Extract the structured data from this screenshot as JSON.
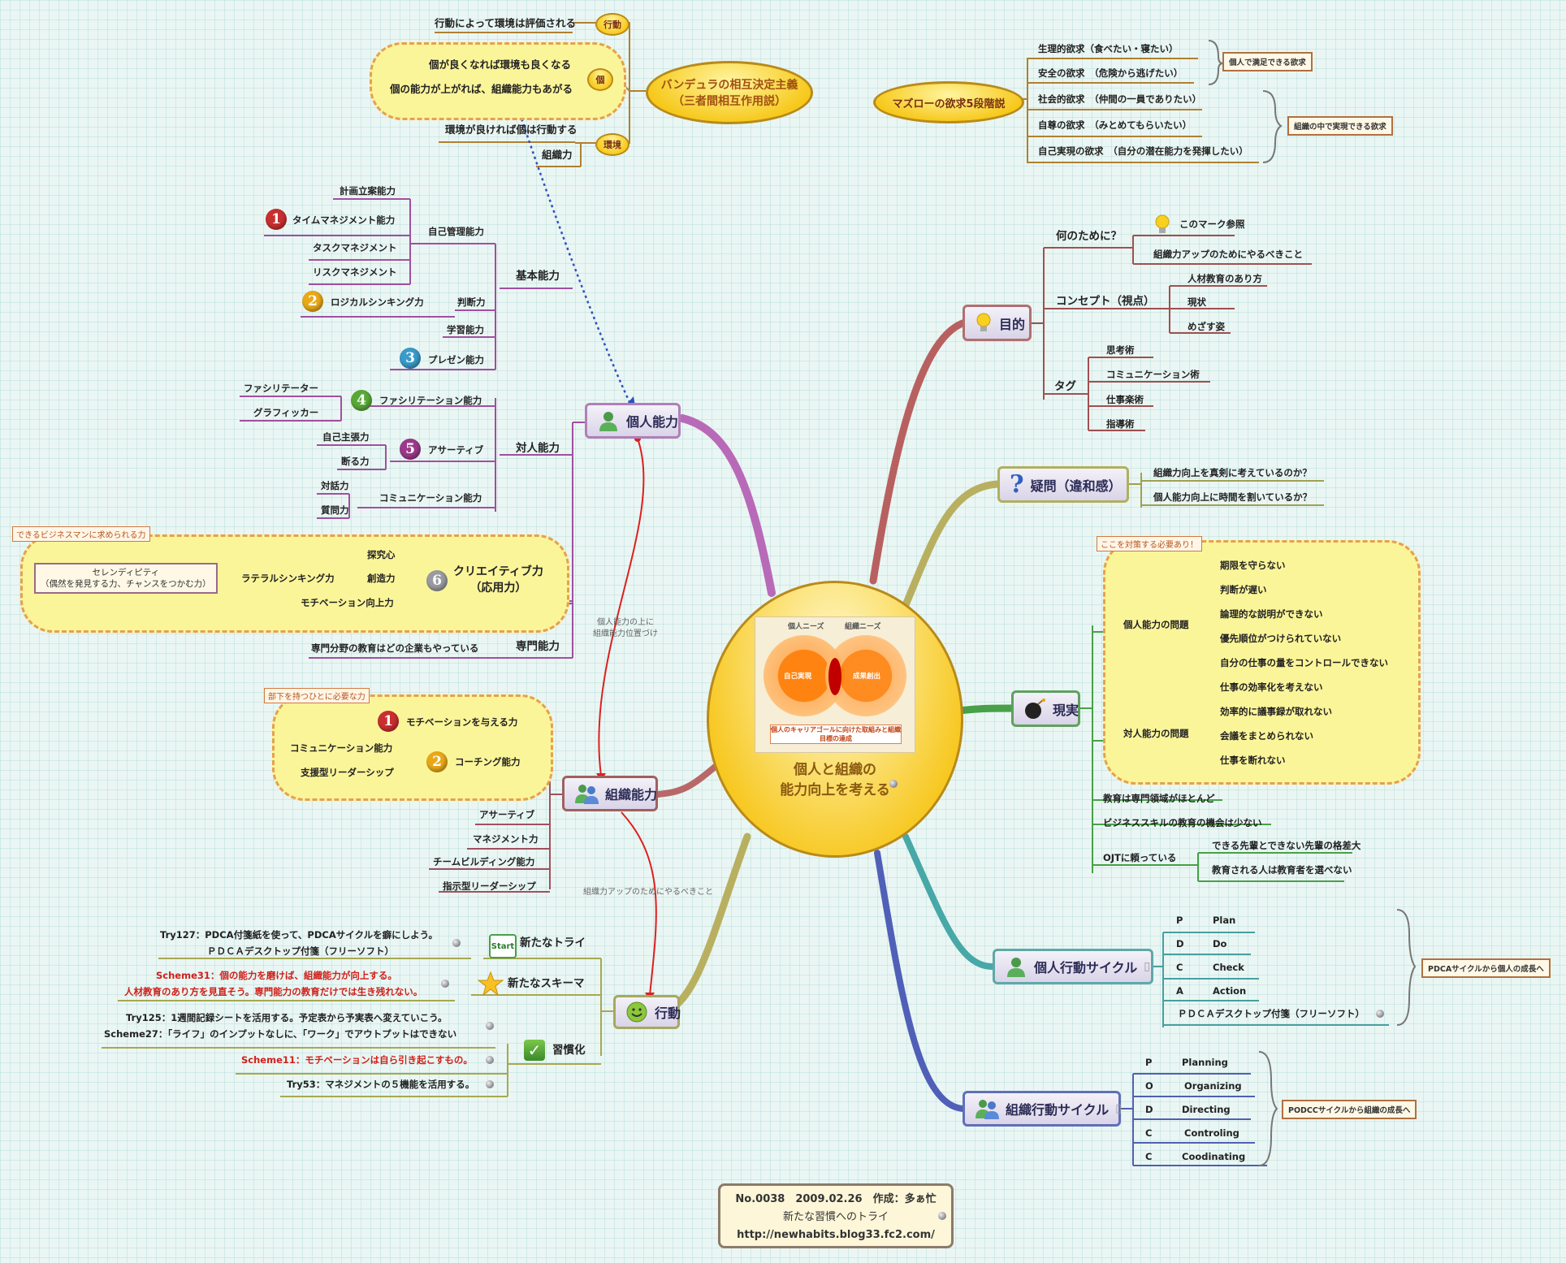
{
  "center": {
    "line1": "個人と組織の",
    "line2": "能力向上を考える",
    "img": {
      "left": "個人ニーズ",
      "right": "組織ニーズ",
      "c1": "自己実現",
      "c2": "成果創出",
      "caption": "個人のキャリアゴールに向けた取組みと組織目標の達成"
    }
  },
  "bandura": {
    "title1": "バンデュラの相互決定主義",
    "title2": "（三者間相互作用説）",
    "action": "行動",
    "action_text": "行動によって環境は評価される",
    "individual": "個",
    "ind_text1": "個が良くなれば環境も良くなる",
    "ind_text2": "個の能力が上がれば、組織能力もあがる",
    "env": "環境",
    "env_text1": "環境が良ければ個は行動する",
    "env_text2": "組織力"
  },
  "maslow": {
    "title": "マズローの欲求5段階説",
    "items": [
      "生理的欲求（食べたい・寝たい）",
      "安全の欲求　（危険から逃げたい）",
      "社会的欲求　（仲間の一員でありたい）",
      "自尊の欲求　（みとめてもらいたい）",
      "自己実現の欲求　（自分の潜在能力を発揮したい）"
    ],
    "note1": "個人で満足できる欲求",
    "note2": "組織の中で実現できる欲求"
  },
  "kojin": {
    "title": "個人能力",
    "kihon": "基本能力",
    "jiko": "自己管理能力",
    "keikaku": "計画立案能力",
    "time": "タイムマネジメント能力",
    "task": "タスクマネジメント",
    "risk": "リスクマネジメント",
    "handan": "判断力",
    "logical": "ロジカルシンキング力",
    "gakushu": "学習能力",
    "present": "プレゼン能力",
    "taijin": "対人能力",
    "facil": "ファシリテーション能力",
    "facilitator": "ファシリテーター",
    "graphic": "グラフィッカー",
    "assert": "アサーティブ",
    "jiko_shucho": "自己主張力",
    "kotowaru": "断る力",
    "comm": "コミュニケーション能力",
    "taiwa": "対話力",
    "shitsumon": "質問力",
    "creative1": "クリエイティブ力",
    "creative2": "（応用力）",
    "tankyu": "探究心",
    "souzou": "創造力",
    "lateral": "ラテラルシンキング力",
    "motivation": "モチベーション向上力",
    "tag": "できるビジネスマンに求められる力",
    "seren1": "セレンディピティ",
    "seren2": "（偶然を発見する力、チャンスをつかむ力）",
    "senmon": "専門能力",
    "senmon_text": "専門分野の教育はどの企業もやっている"
  },
  "soshiki": {
    "title": "組織能力",
    "tag": "部下を持つひとに必要な力",
    "motiv": "モチベーションを与える力",
    "coaching": "コーチング能力",
    "comm": "コミュニケーション能力",
    "shien": "支援型リーダーシップ",
    "assert": "アサーティブ",
    "manage": "マネジメント力",
    "team": "チームビルディング能力",
    "shiji": "指示型リーダーシップ"
  },
  "edge_labels": {
    "kojin_soshiki1": "個人能力の上に",
    "kojin_soshiki2": "組織能力位置づけ",
    "soshiki_koudou": "組織力アップのためにやるべきこと"
  },
  "koudou": {
    "title": "行動",
    "try": "新たなトライ",
    "try_text1": "Try127：PDCA付箋紙を使って、PDCAサイクルを癖にしよう。",
    "try_text2": "ＰＤＣＡデスクトップ付箋（フリーソフト）",
    "scheme": "新たなスキーマ",
    "scheme_text1": "Scheme31：個の能力を磨けば、組織能力が向上する。",
    "scheme_text2": "人材教育のあり方を見直そう。専門能力の教育だけでは生き残れない。",
    "habit": "習慣化",
    "habit_text1": "Try125：1週間記録シートを活用する。予定表から予実表へ変えていこう。",
    "habit_text2": "Scheme27：「ライフ」のインプットなしに、「ワーク」でアウトプットはできない",
    "habit_text3": "Scheme11：モチベーションは自ら引き起こすもの。",
    "habit_text4": "Try53：マネジメントの５機能を活用する。",
    "start_icon": "Start"
  },
  "mokuteki": {
    "title": "目的",
    "nanno": "何のために？",
    "mark": "このマーク参照",
    "up": "組織力アップのためにやるべきこと",
    "concept": "コンセプト（視点）",
    "c1": "人材教育のあり方",
    "c2": "現状",
    "c3": "めざす姿",
    "tag": "タグ",
    "t1": "思考術",
    "t2": "コミュニケーション術",
    "t3": "仕事楽術",
    "t4": "指導術"
  },
  "gimon": {
    "title": "疑問（違和感）",
    "q1": "組織力向上を真剣に考えているのか？",
    "q2": "個人能力向上に時間を割いているか？"
  },
  "genjitsu": {
    "title": "現実",
    "tag": "ここを対策する必要あり！",
    "kojin": "個人能力の問題",
    "k": [
      "期限を守らない",
      "判断が遅い",
      "論理的な説明ができない",
      "優先順位がつけられていない",
      "自分の仕事の量をコントロールできない",
      "仕事の効率化を考えない"
    ],
    "taijin": "対人能力の問題",
    "t": [
      "効率的に議事録が取れない",
      "会議をまとめられない",
      "仕事を断れない"
    ],
    "e1": "教育は専門領域がほとんど",
    "e2": "ビジネススキルの教育の機会は少ない",
    "ojt": "OJTに頼っている",
    "o1": "できる先輩とできない先輩の格差大",
    "o2": "教育される人は教育者を選べない"
  },
  "pcycle": {
    "title": "個人行動サイクル",
    "rows": [
      [
        "P",
        "Plan"
      ],
      [
        "D",
        "Do"
      ],
      [
        "C",
        "Check"
      ],
      [
        "A",
        "Action"
      ]
    ],
    "soft": "ＰＤＣＡデスクトップ付箋（フリーソフト）",
    "note": "PDCAサイクルから個人の成長へ"
  },
  "ocycle": {
    "title": "組織行動サイクル",
    "rows": [
      [
        "P",
        "Planning"
      ],
      [
        "O",
        "Organizing"
      ],
      [
        "D",
        "Directing"
      ],
      [
        "C",
        "Controling"
      ],
      [
        "C",
        "Coodinating"
      ]
    ],
    "note": "PODCCサイクルから組織の成長へ"
  },
  "footer": {
    "line1": "No.0038　2009.02.26　作成：多ぁ忙",
    "line2": "新たな習慣へのトライ",
    "line3": "http://newhabits.blog33.fc2.com/"
  },
  "colors": {
    "kojin": "#b060b0",
    "soshiki": "#b06060",
    "koudou": "#b0b060",
    "mokuteki": "#b06060",
    "gimon": "#b0b060",
    "genjitsu": "#48a048",
    "pcycle": "#48a0a0",
    "ocycle": "#5060b0",
    "bandura": "#b08030",
    "maslow": "#b08030"
  }
}
